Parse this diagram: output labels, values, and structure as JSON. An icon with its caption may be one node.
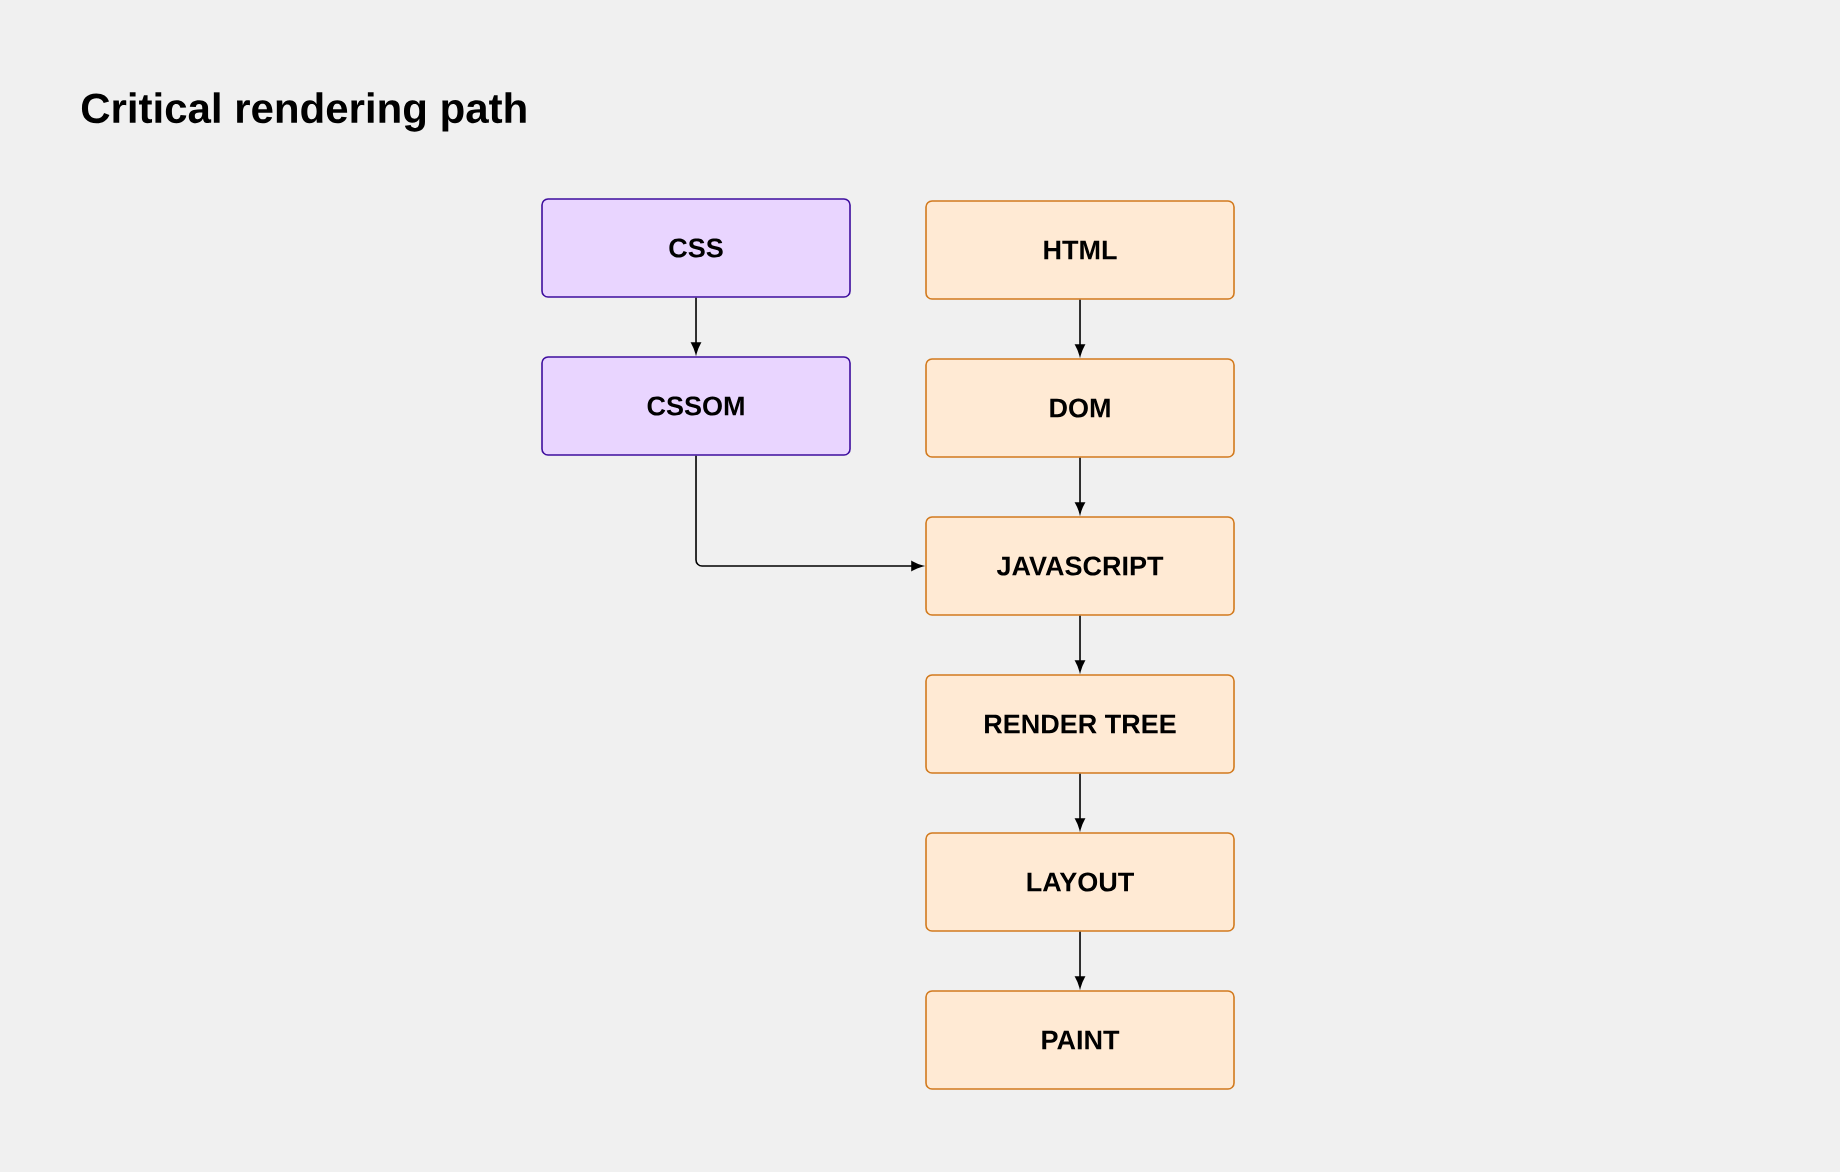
{
  "diagram": {
    "title": "Critical rendering path",
    "nodes": [
      {
        "text": [
          "CSS"
        ]
      },
      {
        "text": [
          "CSSOM"
        ]
      },
      {
        "text": [
          "HTML"
        ]
      },
      {
        "text": [
          "DOM"
        ]
      },
      {
        "text": [
          "JAVASCRIPT"
        ]
      },
      {
        "text": [
          "RENDER TREE"
        ]
      },
      {
        "text": [
          "LAYOUT"
        ]
      },
      {
        "text": [
          "PAINT"
        ]
      }
    ],
    "edges": [
      {
        "from": 0,
        "to": 1,
        "arrow": "to"
      },
      {
        "from": 2,
        "to": 3,
        "arrow": "to"
      },
      {
        "from": 3,
        "to": 4,
        "arrow": "to"
      },
      {
        "from": 1,
        "to": 4,
        "arrow": "to"
      },
      {
        "from": 4,
        "to": 5,
        "arrow": "to"
      },
      {
        "from": 5,
        "to": 6,
        "arrow": "to"
      },
      {
        "from": 6,
        "to": 7,
        "arrow": "to"
      }
    ]
  }
}
